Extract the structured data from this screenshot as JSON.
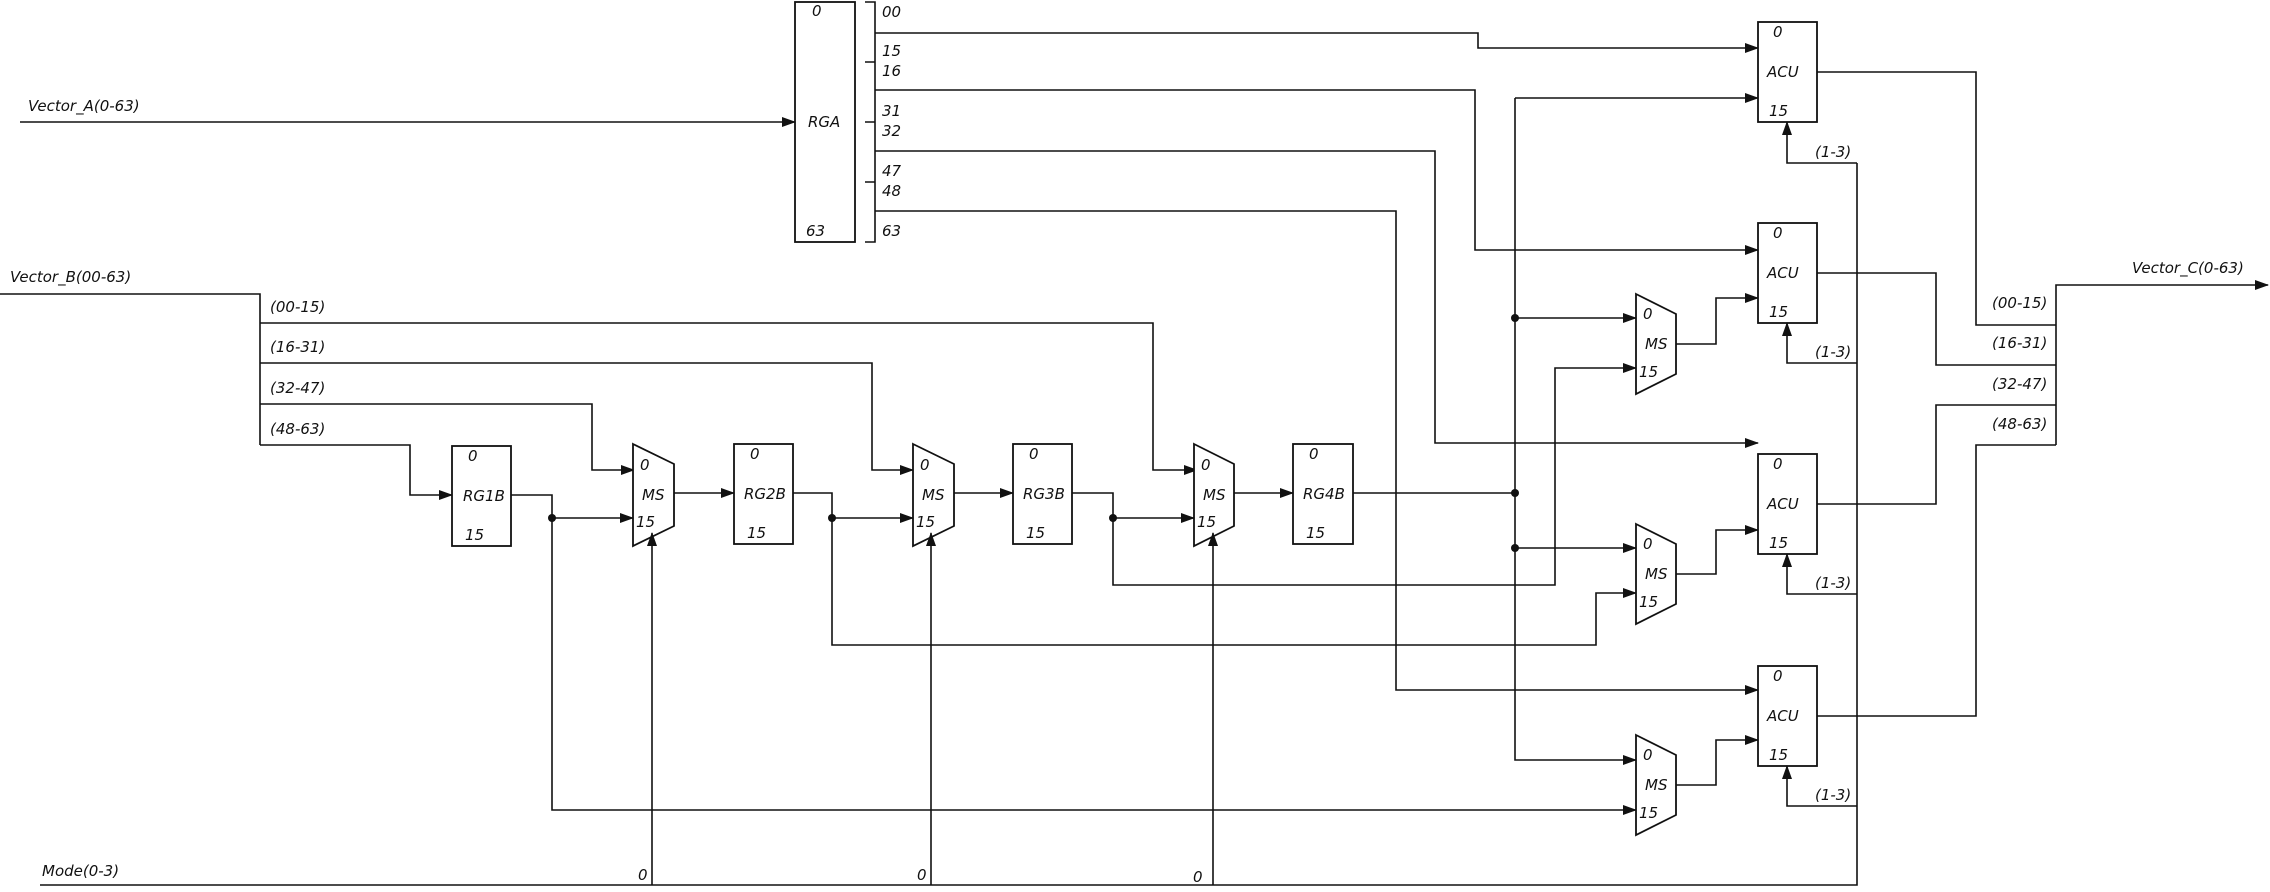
{
  "signals": {
    "vector_a": "Vector_A(0-63)",
    "vector_b": "Vector_B(00-63)",
    "vector_c": "Vector_C(0-63)",
    "mode": "Mode(0-3)"
  },
  "rga": {
    "name": "RGA",
    "top": "0",
    "bottom": "63",
    "bits": [
      "00",
      "15",
      "16",
      "31",
      "32",
      "47",
      "48",
      "63"
    ]
  },
  "b_taps": [
    "(00-15)",
    "(16-31)",
    "(32-47)",
    "(48-63)"
  ],
  "c_taps": [
    "(00-15)",
    "(16-31)",
    "(32-47)",
    "(48-63)"
  ],
  "registers": [
    {
      "name": "RG1B",
      "top": "0",
      "bottom": "15"
    },
    {
      "name": "RG2B",
      "top": "0",
      "bottom": "15"
    },
    {
      "name": "RG3B",
      "top": "0",
      "bottom": "15"
    },
    {
      "name": "RG4B",
      "top": "0",
      "bottom": "15"
    }
  ],
  "mux": {
    "name": "MS",
    "in0": "0",
    "in1": "15"
  },
  "acu": {
    "name": "ACU",
    "top": "0",
    "bottom": "15",
    "mode": "(1-3)"
  },
  "mode_zero": "0"
}
